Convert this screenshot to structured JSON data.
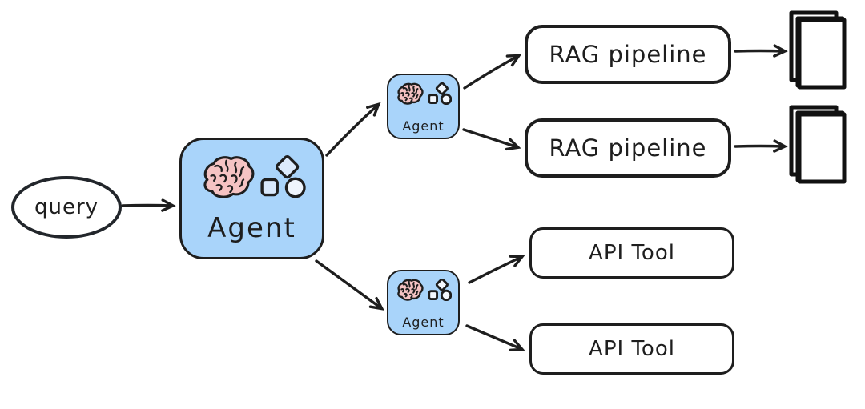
{
  "diagram": {
    "query": {
      "label": "query"
    },
    "main_agent": {
      "label": "Agent",
      "icons": [
        "brain-icon",
        "shapes-icon"
      ]
    },
    "sub_agents": [
      {
        "label": "Agent",
        "icons": [
          "brain-icon",
          "shapes-icon"
        ]
      },
      {
        "label": "Agent",
        "icons": [
          "brain-icon",
          "shapes-icon"
        ]
      }
    ],
    "rag_pipelines": [
      {
        "label": "RAG pipeline",
        "output_icon": "documents-icon"
      },
      {
        "label": "RAG pipeline",
        "output_icon": "documents-icon"
      }
    ],
    "api_tools": [
      {
        "label": "API Tool"
      },
      {
        "label": "API Tool"
      }
    ],
    "colors": {
      "stroke": "#1e1e1e",
      "agent_fill": "#a9d4fa",
      "brain_fill": "#f5c3c3",
      "shape_fill_light": "#ddebfc",
      "box_fill": "#ffffff"
    }
  }
}
